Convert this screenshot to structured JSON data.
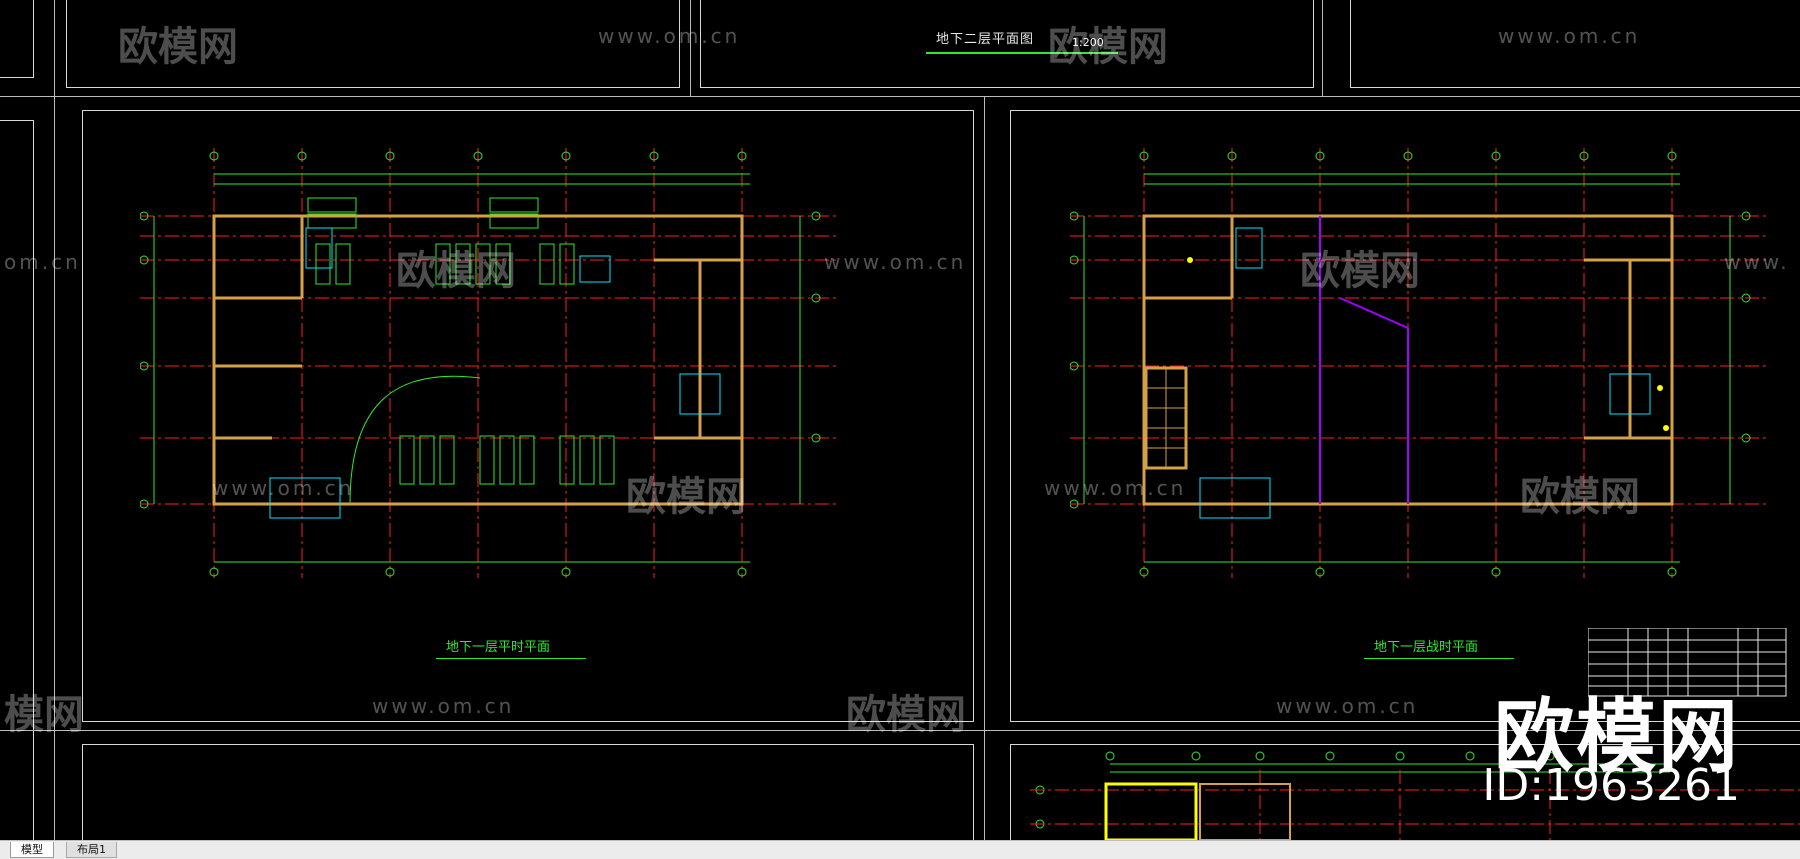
{
  "sheet_titles": {
    "top_center": "地下二层平面图",
    "top_center_scale": "1:200",
    "left_plan": "地下一层平时平面",
    "right_plan": "地下一层战时平面"
  },
  "watermarks": {
    "url": "www.om.cn",
    "url_partial": "om.cn",
    "url_partial2": "www.",
    "logo": "欧模网",
    "logo_partial": "模网"
  },
  "brand": {
    "name": "欧模网",
    "id": "ID:1963261"
  },
  "layout_tabs": [
    {
      "label": "模型",
      "active": true
    },
    {
      "label": "布局1",
      "active": false
    }
  ],
  "colors": {
    "background": "#000000",
    "sheet_border": "#d8d8d8",
    "axis": "#ff2020",
    "wall": "#d4a04a",
    "annotation": "#2ee82e",
    "stair": "#00e5ff",
    "partition": "#a000ff",
    "highlight": "#ffff00"
  }
}
